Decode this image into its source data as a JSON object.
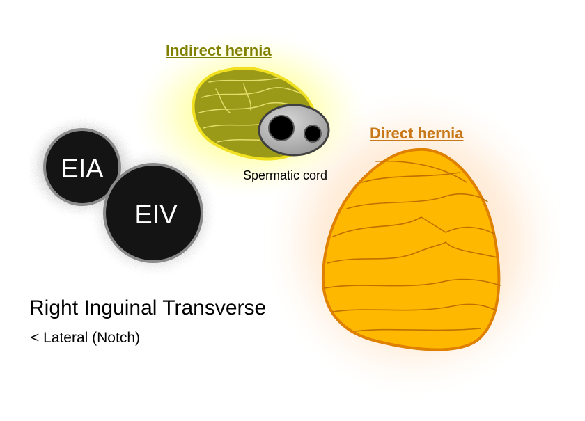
{
  "labels": {
    "indirect_hernia": "Indirect hernia",
    "direct_hernia": "Direct hernia",
    "spermatic_cord": "Spermatic cord",
    "eia": "EIA",
    "eiv": "EIV",
    "view_title": "Right Inguinal Transverse",
    "view_subtitle": "< Lateral (Notch)"
  },
  "colors": {
    "indirect_title": "#808000",
    "indirect_fill": "#9a9a18",
    "indirect_outline": "#f0e020",
    "indirect_glow": "#ffff66",
    "direct_title": "#c87818",
    "direct_fill": "#ffb800",
    "direct_outline": "#e08000",
    "direct_glow": "#ffc080",
    "vessel_fill": "#141414",
    "vessel_outline": "#8a8a8a",
    "cord_fill": "#b8b8b8"
  }
}
